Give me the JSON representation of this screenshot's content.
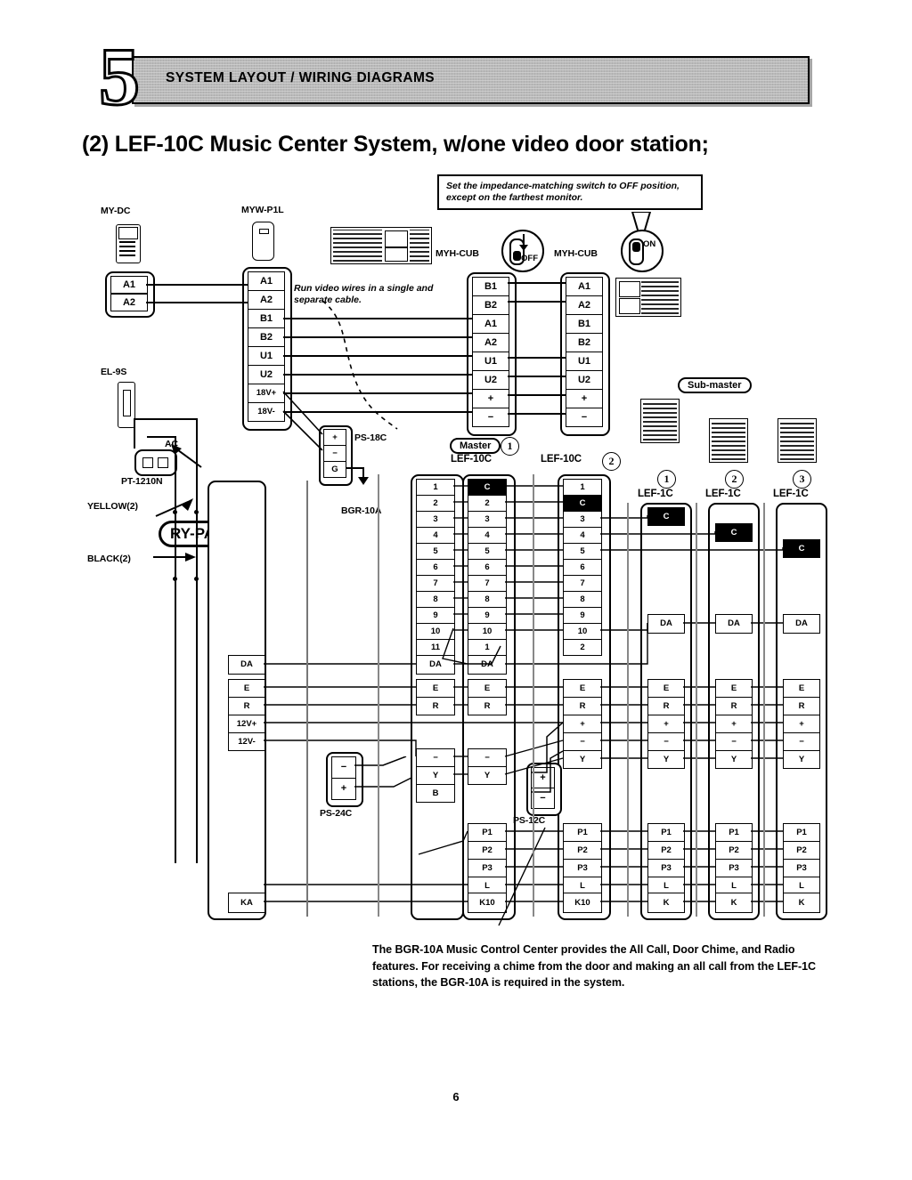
{
  "header": {
    "chapter_number": "5",
    "chapter_title": "SYSTEM LAYOUT / WIRING DIAGRAMS",
    "section_title": "(2)  LEF-10C Music Center System, w/one video door station;"
  },
  "notes": {
    "impedance": "Set the impedance-matching switch to OFF position, except on the farthest monitor.",
    "video_cable": "Run video wires in a single and separate cable."
  },
  "switches": [
    {
      "name": "impedance-switch-off",
      "state": "OFF"
    },
    {
      "name": "impedance-switch-on",
      "state": "ON"
    }
  ],
  "devices": {
    "my_dc": {
      "label": "MY-DC",
      "terminals": [
        "A1",
        "A2"
      ]
    },
    "myw_p1l": {
      "label": "MYW-P1L",
      "terminals": [
        "A1",
        "A2",
        "B1",
        "B2",
        "U1",
        "U2",
        "18V+",
        "18V-"
      ]
    },
    "myh_cub_master": {
      "label": "MYH-CUB",
      "terminals": [
        "B1",
        "B2",
        "A1",
        "A2",
        "U1",
        "U2",
        "+",
        "−"
      ]
    },
    "myh_cub_sub": {
      "label": "MYH-CUB",
      "terminals": [
        "A1",
        "A2",
        "B1",
        "B2",
        "U1",
        "U2",
        "+",
        "−"
      ]
    },
    "el_9s": {
      "label": "EL-9S"
    },
    "pt_1210n": {
      "label": "PT-1210N",
      "ac_label": "AC"
    },
    "ry_pa": {
      "label": "RY-PA"
    },
    "ps_18c": {
      "label": "PS-18C",
      "terminals": [
        "+",
        "−",
        "G"
      ]
    },
    "ps_24c": {
      "label": "PS-24C",
      "terminals": [
        "−",
        "+"
      ]
    },
    "ps_12c": {
      "label": "PS-12C",
      "terminals": [
        "+",
        "−"
      ]
    },
    "sub_master": {
      "label": "Sub-master"
    },
    "master": {
      "label": "Master"
    }
  },
  "wire_labels": {
    "yellow": "YELLOW(2)",
    "black": "BLACK(2)"
  },
  "power_column": {
    "name": "pt-1210n-terminal-column",
    "terminals": [
      "DA",
      "E",
      "R",
      "12V+",
      "12V-",
      "KA"
    ]
  },
  "columns": [
    {
      "id": "bgr-10a",
      "label": "BGR-10A",
      "index": "",
      "numeric": [
        "1",
        "2",
        "3",
        "4",
        "5",
        "6",
        "7",
        "8",
        "9",
        "10",
        "11"
      ],
      "mid": [
        "DA",
        "E",
        "R",
        "12V+",
        "12V-"
      ],
      "lower": [],
      "bottom": [
        "KA"
      ]
    },
    {
      "id": "lef-10c-1",
      "label": "LEF-10C",
      "index": "1",
      "tag": "Master",
      "numeric": [
        "C",
        "2",
        "3",
        "4",
        "5",
        "6",
        "7",
        "8",
        "9",
        "10",
        "1"
      ],
      "mid": [
        "DA",
        "E",
        "R",
        "−",
        "Y",
        "B"
      ],
      "lower": [
        "P1",
        "P2",
        "P3",
        "L"
      ],
      "bottom": [
        "K10"
      ]
    },
    {
      "id": "lef-10c-2",
      "label": "LEF-10C",
      "index": "2",
      "numeric": [
        "1",
        "C",
        "3",
        "4",
        "5",
        "6",
        "7",
        "8",
        "9",
        "10",
        "2"
      ],
      "mid": [
        "E",
        "R",
        "+",
        "−",
        "Y"
      ],
      "lower": [
        "P1",
        "P2",
        "P3",
        "L"
      ],
      "bottom": [
        "K10"
      ]
    },
    {
      "id": "lef-10c-3",
      "label": "LEF-10C",
      "index": "2",
      "numeric": [],
      "mid": [
        "E",
        "R",
        "+",
        "−",
        "Y"
      ],
      "lower": [
        "P1",
        "P2",
        "P3",
        "L"
      ],
      "bottom": [
        "K10"
      ]
    },
    {
      "id": "lef-1c-1",
      "label": "LEF-1C",
      "index": "1",
      "numeric": [
        "C"
      ],
      "mid": [
        "DA",
        "E",
        "R",
        "+",
        "−",
        "Y"
      ],
      "lower": [
        "P1",
        "P2",
        "P3",
        "L"
      ],
      "bottom": [
        "K"
      ]
    },
    {
      "id": "lef-1c-2",
      "label": "LEF-1C",
      "index": "2",
      "numeric": [
        "C"
      ],
      "mid": [
        "DA",
        "E",
        "R",
        "+",
        "−",
        "Y"
      ],
      "lower": [
        "P1",
        "P2",
        "P3",
        "L"
      ],
      "bottom": [
        "K"
      ]
    },
    {
      "id": "lef-1c-3",
      "label": "LEF-1C",
      "index": "3",
      "numeric": [
        "C"
      ],
      "mid": [
        "DA",
        "E",
        "R",
        "+",
        "−",
        "Y"
      ],
      "lower": [
        "P1",
        "P2",
        "P3",
        "L"
      ],
      "bottom": [
        "K"
      ]
    }
  ],
  "footnote": "The BGR-10A Music Control Center provides the All Call, Door Chime, and Radio features.  For receiving a chime from the door and making an all call from the LEF-1C stations, the BGR-10A is required in the system.",
  "page_number": "6"
}
